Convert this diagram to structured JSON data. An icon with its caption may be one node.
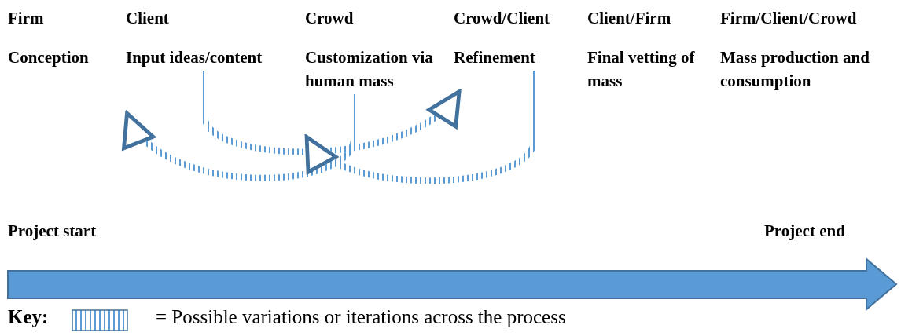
{
  "diagram": {
    "nodes": [
      {
        "text": [
          "Firm",
          "Conception"
        ]
      },
      {
        "text": [
          "Client",
          "Input ideas/content"
        ]
      },
      {
        "text": [
          "Crowd",
          "Customization via human mass"
        ]
      },
      {
        "text": [
          "Crowd/Client",
          "Refinement"
        ]
      },
      {
        "text": [
          "Client/Firm",
          "Final vetting of mass"
        ]
      },
      {
        "text": [
          "Firm/Client/Crowd",
          "Mass production and consumption"
        ]
      }
    ],
    "edges": [
      {
        "from": 1,
        "to": 3,
        "arrow": "to"
      },
      {
        "from": 2,
        "to": 1,
        "arrow": "to"
      },
      {
        "from": 3,
        "to": 2,
        "arrow": "to"
      }
    ],
    "labels": [
      "Project start",
      "Project end",
      "Key:"
    ],
    "legend": [
      {
        "text": "= Possible variations or iterations across the process"
      }
    ]
  }
}
